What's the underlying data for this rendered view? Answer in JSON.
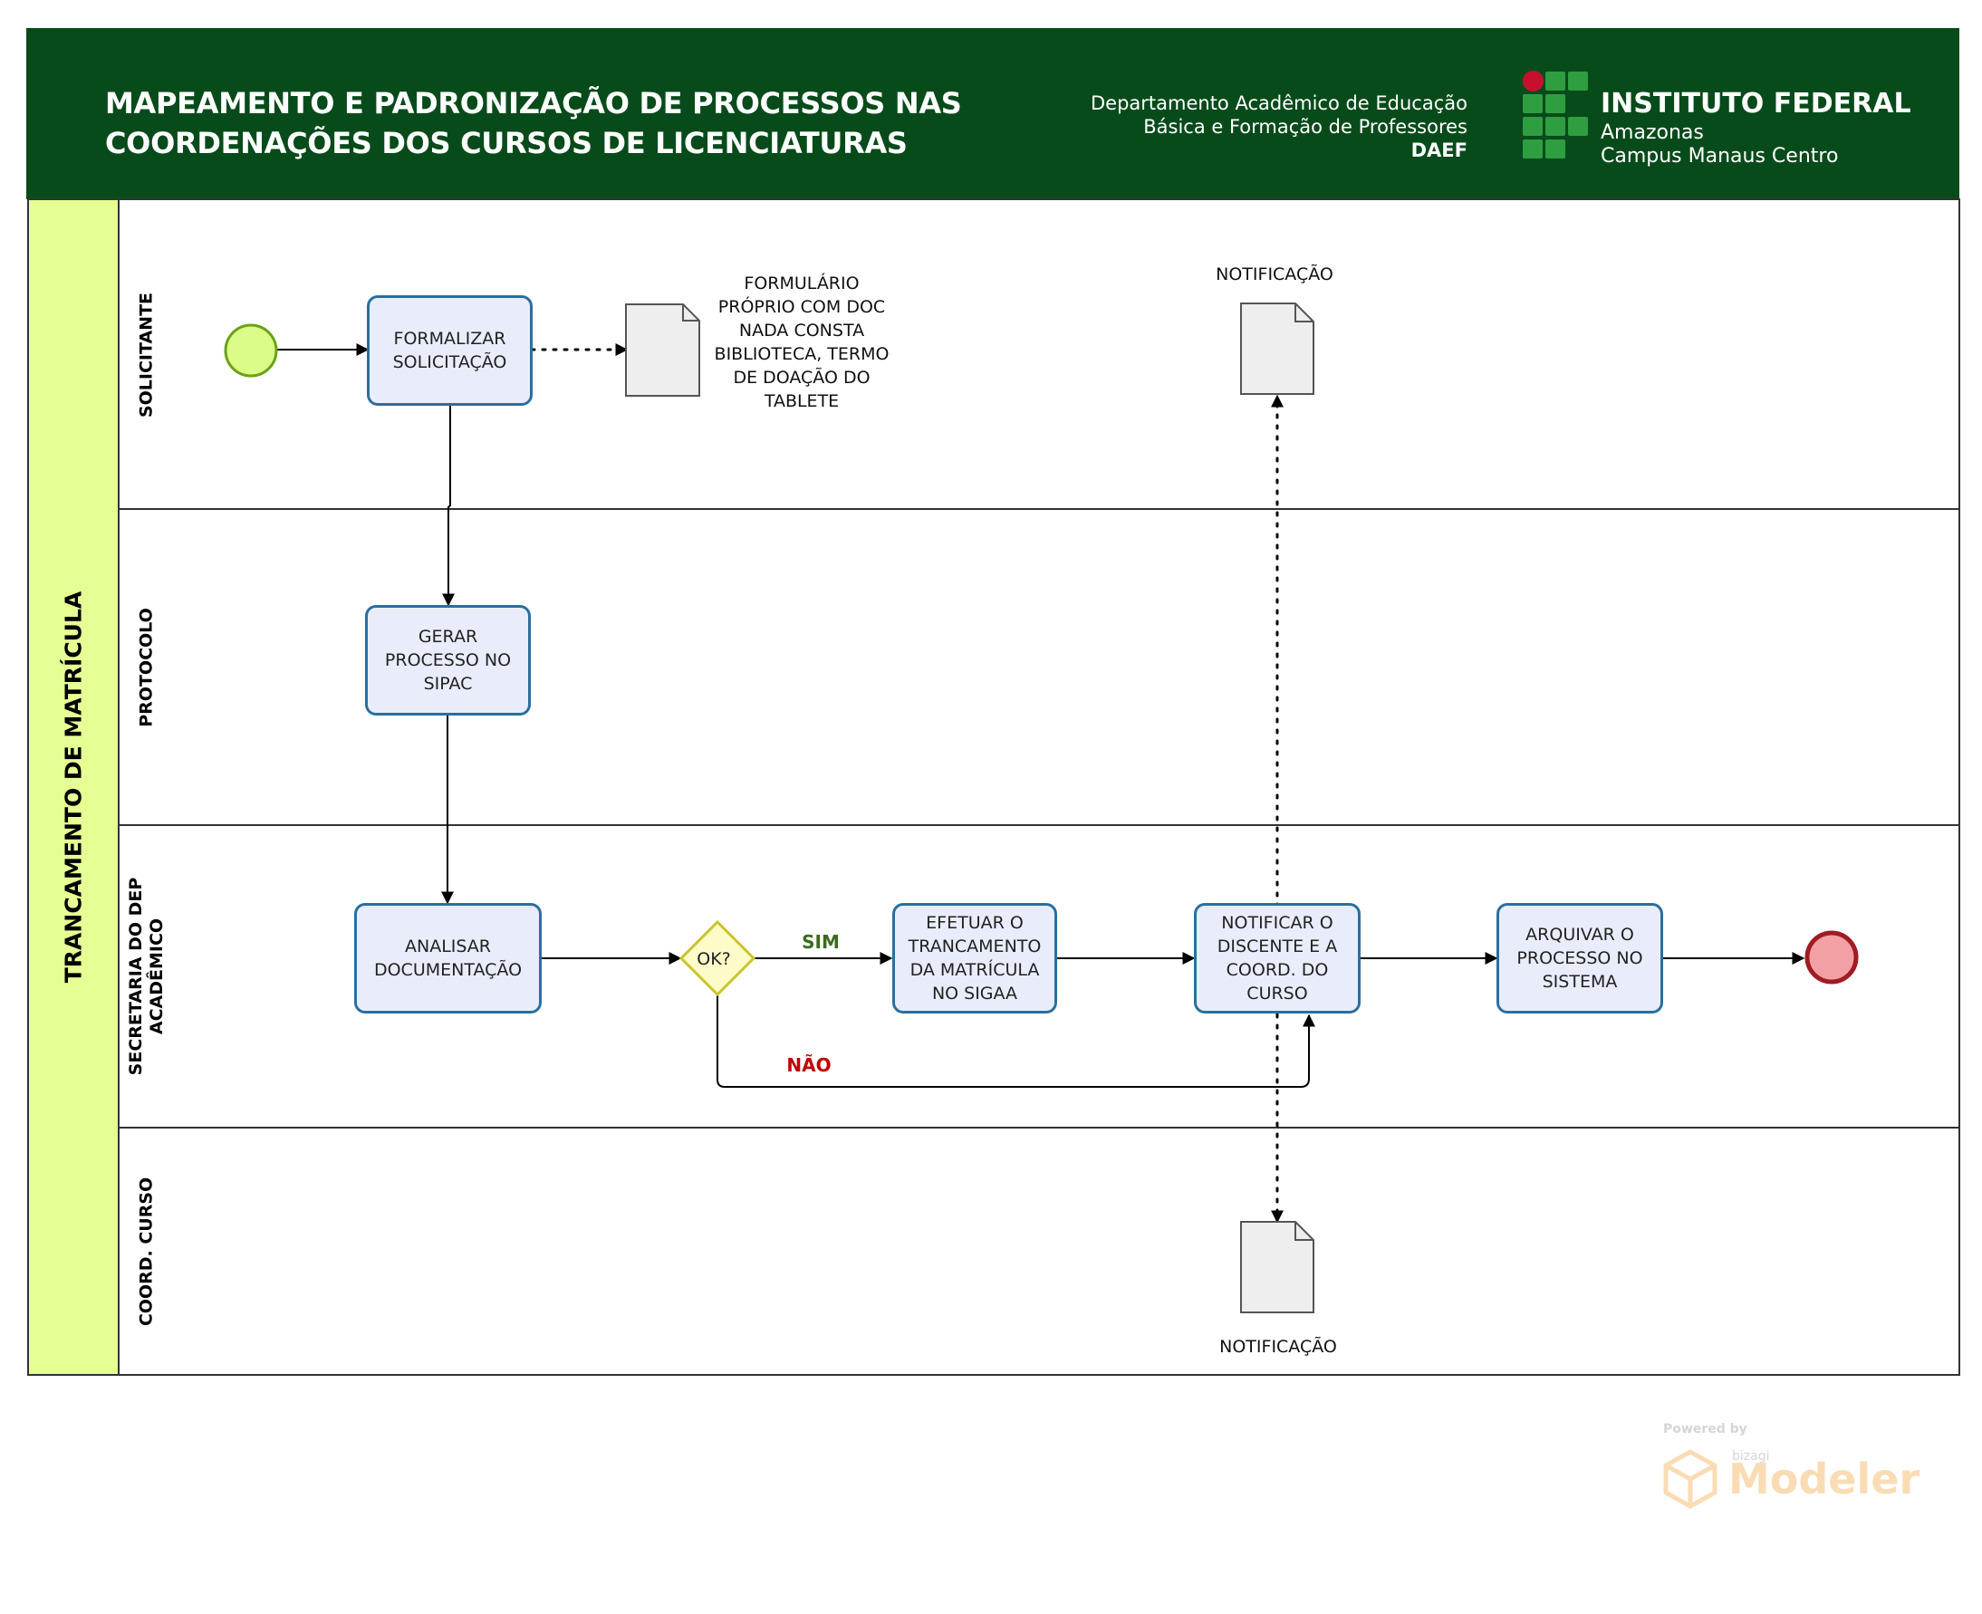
{
  "header": {
    "title_line1": "MAPEAMENTO E PADRONIZAÇÃO DE PROCESSOS NAS",
    "title_line2": "COORDENAÇÕES DOS CURSOS DE LICENCIATURAS",
    "dept_line1": "Departamento Acadêmico de Educação",
    "dept_line2": "Básica e Formação de Professores",
    "dept_abbr": "DAEF",
    "institute_name": "INSTITUTO FEDERAL",
    "institute_state": "Amazonas",
    "institute_campus": "Campus Manaus Centro",
    "background_color": "#084b1b",
    "logo_green": "#2f9e41",
    "logo_red": "#c8102e"
  },
  "pool": {
    "title": "TRANCAMENTO DE MATRÍCULA",
    "band_color": "#e5ff94"
  },
  "lanes": {
    "solicitante": "SOLICITANTE",
    "protocolo": "PROTOCOLO",
    "secretaria_line1": "SECRETARIA DO DEP",
    "secretaria_line2": "ACADÊMICO",
    "coord": "COORD. CURSO"
  },
  "tasks": {
    "formalizar": [
      "FORMALIZAR",
      "SOLICITAÇÃO"
    ],
    "gerar": [
      "GERAR",
      "PROCESSO NO",
      "SIPAC"
    ],
    "analisar": [
      "ANALISAR",
      "DOCUMENTAÇÃO"
    ],
    "efetuar": [
      "EFETUAR O",
      "TRANCAMENTO",
      "DA MATRÍCULA",
      "NO SIGAA"
    ],
    "notificar": [
      "NOTIFICAR O",
      "DISCENTE E A",
      "COORD. DO",
      "CURSO"
    ],
    "arquivar": [
      "ARQUIVAR O",
      "PROCESSO NO",
      "SISTEMA"
    ]
  },
  "gateway": {
    "label": "OK?",
    "yes_label": "SIM",
    "no_label": "NÃO",
    "yes_color": "#3a6b1d",
    "no_color": "#c00000"
  },
  "documents": {
    "formulario": [
      "FORMULÁRIO",
      "PRÓPRIO COM DOC",
      "NADA CONSTA",
      "BIBLIOTECA, TERMO",
      "DE DOAÇÃO DO",
      "TABLETE"
    ],
    "notificacao_top": "NOTIFICAÇÃO",
    "notificacao_bottom": "NOTIFICAÇÃO"
  },
  "events": {
    "start_fill": "#dcfc8a",
    "start_stroke": "#6aa314",
    "end_fill": "#f2a0a3",
    "end_stroke": "#a01b24"
  },
  "watermark": {
    "powered_by": "Powered by",
    "brand": "bizagi",
    "product": "Modeler"
  }
}
